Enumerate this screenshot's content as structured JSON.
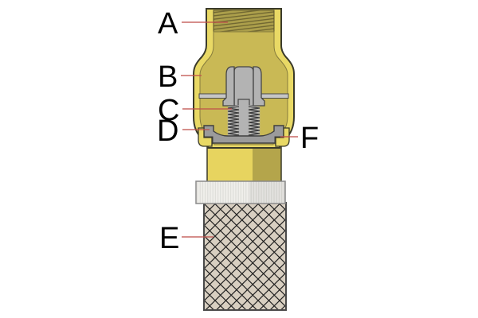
{
  "figure": {
    "type": "cutaway-diagram",
    "subject": "foot valve cross-section with spring check and strainer",
    "labels": [
      {
        "letter": "A"
      },
      {
        "letter": "B"
      },
      {
        "letter": "C"
      },
      {
        "letter": "D"
      },
      {
        "letter": "E"
      },
      {
        "letter": "F"
      }
    ],
    "colors": {
      "background": "#ffffff",
      "body_brass": "#e9d965",
      "cavity_brass": "#c9b955",
      "hex_facet_light": "#e7d45f",
      "hex_facet_dark": "#b4a54b",
      "thread_field": "#ac9f4b",
      "thread_line": "#6e6530",
      "outline_dark": "#3a3a2a",
      "cavity_outline": "#867c3d",
      "metal_gray": "#b3b3b3",
      "disc_gray": "#9b9b9b",
      "seat_gray": "#8e8e8e",
      "plate_gray": "#c6c6c6",
      "metal_outline": "#454545",
      "spring_light": "#bdbdbd",
      "spring_dark": "#3b3b3b",
      "collar_white": "#f0efeb",
      "collar_rib": "#dcdcd7",
      "collar_outline": "#8a8a8a",
      "strainer_fill": "#d8cfc1",
      "strainer_outline": "#4a4a4a",
      "mesh_line": "#222222",
      "leader_red": "#c0504b",
      "label_color": "#000000"
    }
  }
}
